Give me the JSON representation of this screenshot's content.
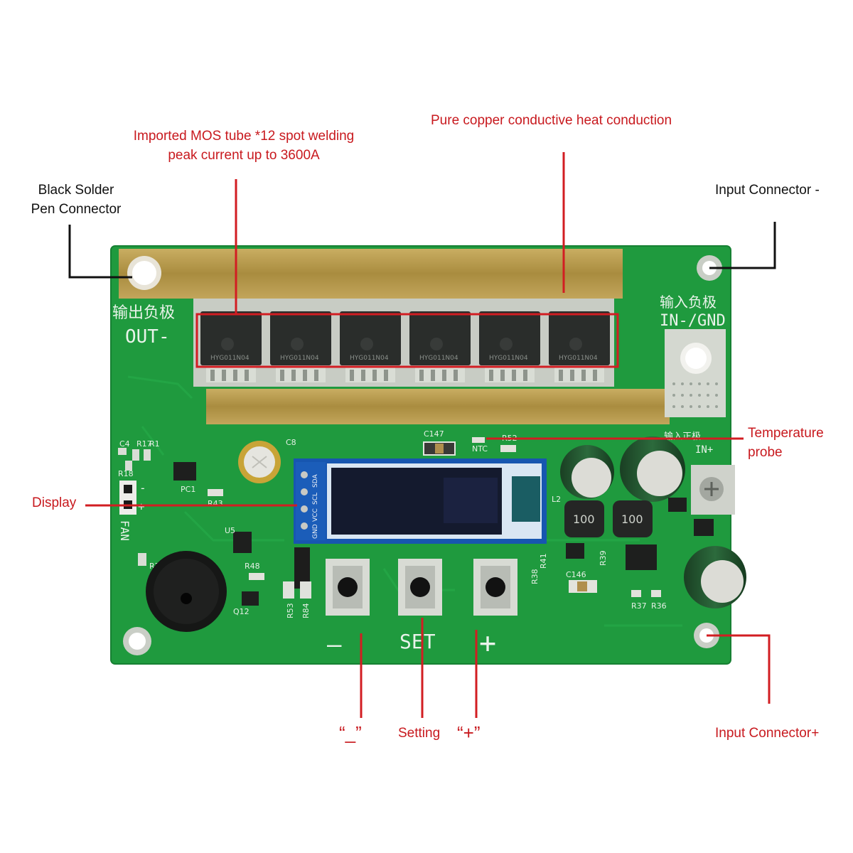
{
  "annotations": {
    "mos": {
      "line1": "Imported MOS tube *12 spot welding",
      "line2": "peak current up to 3600A"
    },
    "copper": "Pure copper conductive heat conduction",
    "black_pen": {
      "line1": "Black Solder",
      "line2": "Pen Connector"
    },
    "input_neg": "Input Connector -",
    "temp": {
      "line1": "Temperature",
      "line2": "probe"
    },
    "display": "Display",
    "minus": "“_”",
    "setting": "Setting",
    "plus": "“+”",
    "input_pos": "Input Connector+"
  },
  "pcb": {
    "out_cn": "输出负极",
    "out": "OUT-",
    "in_cn": "输入负极",
    "in": "IN-/GND",
    "in_plus_cn": "输入正极",
    "in_plus": "IN+",
    "fan": "FAN",
    "fan_minus": "-",
    "fan_plus": "+",
    "set": "SET",
    "btn_minus": "—",
    "btn_plus": "+",
    "oled_pins": [
      "GND",
      "VCC",
      "SCL",
      "SDA"
    ],
    "mosfet_mark": "HYG011N04",
    "inductor": "100",
    "silk": [
      "C147",
      "NTC",
      "R52",
      "R17",
      "R1",
      "R18",
      "C4",
      "PC1",
      "R43",
      "U5",
      "R48",
      "Q12",
      "R53",
      "R84",
      "L2",
      "R41",
      "R38",
      "R39",
      "C146",
      "R37",
      "R36",
      "R7",
      "C8"
    ]
  },
  "colors": {
    "annotation_red": "#c8191e",
    "pcb_green": "#1f9a3e",
    "copper": "#b69a4e",
    "silk": "#e9f3ea"
  }
}
